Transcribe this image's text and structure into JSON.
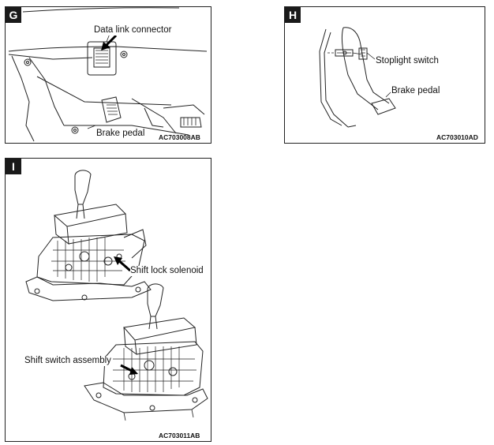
{
  "panels": {
    "g": {
      "badge": "G",
      "labels": {
        "connector": "Data link connector",
        "pedal": "Brake pedal"
      },
      "code": "AC703008AB",
      "icons": [
        "dashboard-drawing",
        "pointer-arrow"
      ]
    },
    "h": {
      "badge": "H",
      "labels": {
        "switch": "Stoplight switch",
        "pedal": "Brake pedal"
      },
      "code": "AC703010AD",
      "icons": [
        "pedal-drawing"
      ]
    },
    "i": {
      "badge": "I",
      "labels": {
        "solenoid": "Shift lock solenoid",
        "assembly": "Shift switch assembly"
      },
      "code": "AC703011AB",
      "icons": [
        "shifter-drawing",
        "pointer-arrow"
      ]
    }
  }
}
